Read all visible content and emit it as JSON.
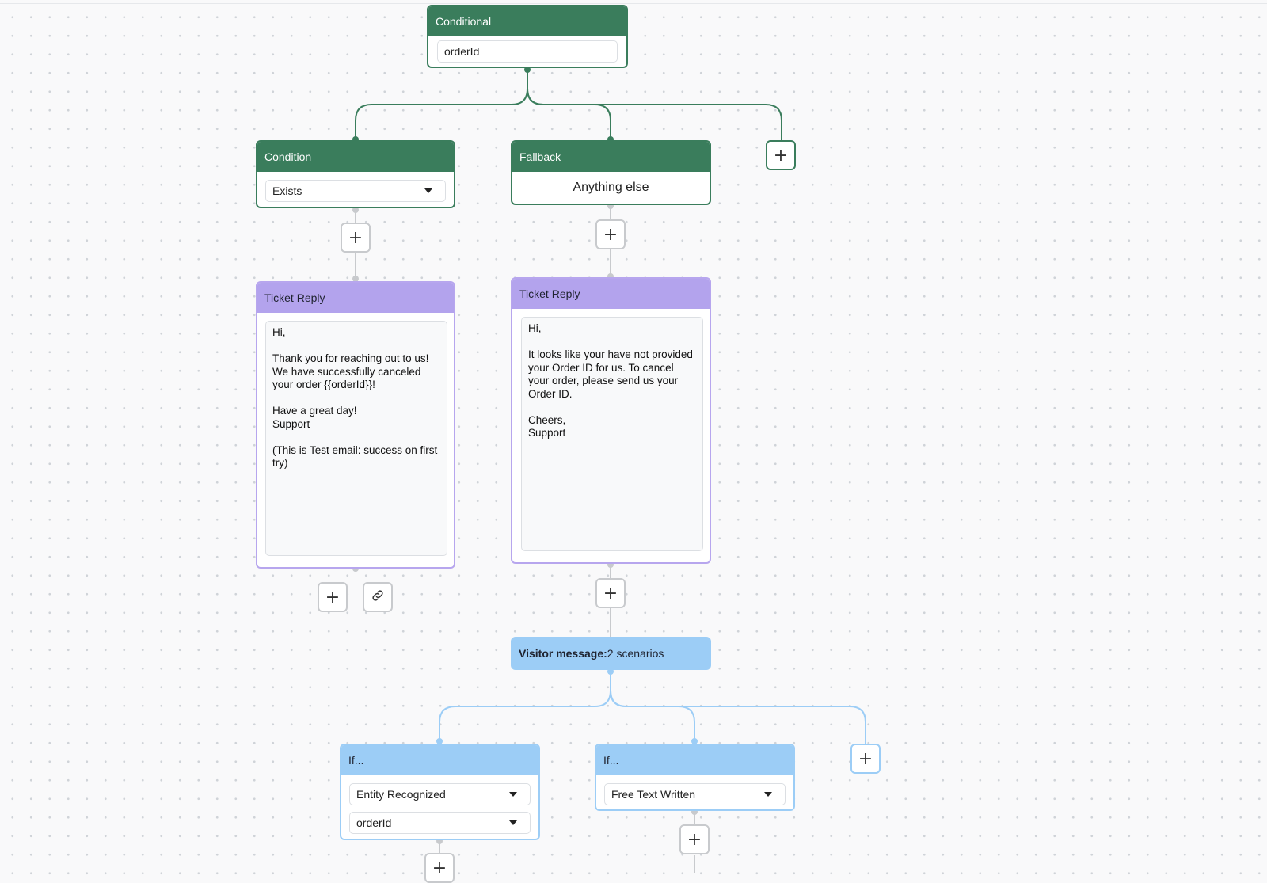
{
  "colors": {
    "green": "#3a7d5c",
    "purple": "#b3a3ed",
    "blue": "#9ccdf6",
    "connector": "#c8cacd"
  },
  "conditional": {
    "title": "Conditional",
    "value": "orderId"
  },
  "condition": {
    "title": "Condition",
    "selected": "Exists"
  },
  "fallback": {
    "title": "Fallback",
    "text": "Anything else"
  },
  "ticket_reply_left": {
    "title": "Ticket Reply",
    "body": "Hi,\n\nThank you for reaching out to us! We have successfully canceled your order {{orderId}}!\n\nHave a great day!\nSupport\n\n(This is Test email: success on first try)"
  },
  "ticket_reply_right": {
    "title": "Ticket Reply",
    "body": "Hi,\n\nIt looks like your have not provided your Order ID for us. To cancel your order, please send us your Order ID.\n\nCheers,\nSupport"
  },
  "visitor_message": {
    "label": "Visitor message:",
    "scenarios": "2 scenarios"
  },
  "if_left": {
    "title": "If...",
    "type": "Entity Recognized",
    "entity": "orderId"
  },
  "if_right": {
    "title": "If...",
    "type": "Free Text Written"
  },
  "icons": {
    "add": "+",
    "link": "link-icon"
  }
}
